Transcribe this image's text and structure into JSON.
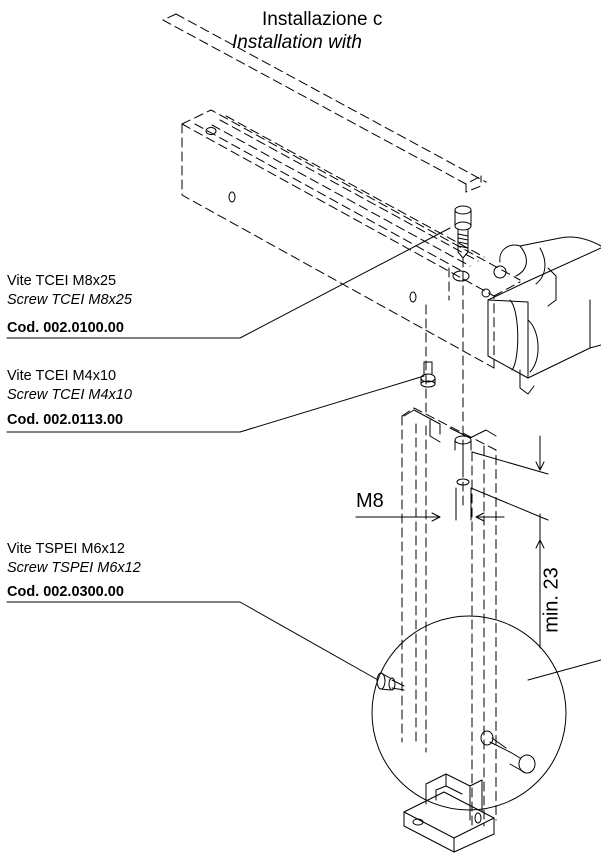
{
  "title": {
    "line1": "Installazione c",
    "line2": "Installation with"
  },
  "callouts": [
    {
      "name_it": "Vite TCEI M8x25",
      "name_en": "Screw TCEI M8x25",
      "code": "Cod. 002.0100.00"
    },
    {
      "name_it": "Vite TCEI M4x10",
      "name_en": "Screw TCEI M4x10",
      "code": "Cod. 002.0113.00"
    },
    {
      "name_it": "Vite TSPEI M6x12",
      "name_en": "Screw TSPEI M6x12",
      "code": "Cod. 002.0300.00"
    }
  ],
  "dimensions": {
    "thread": "M8",
    "depth": "min. 23"
  }
}
